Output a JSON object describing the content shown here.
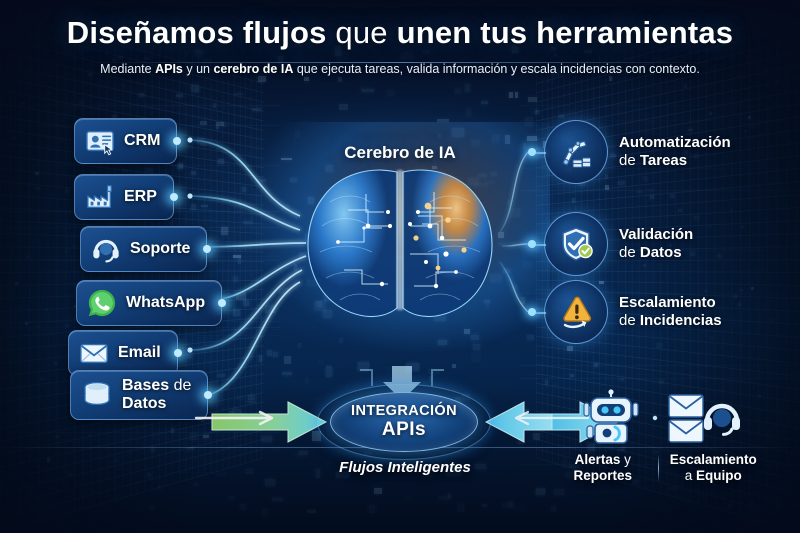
{
  "header": {
    "title_bold_1": "Diseñamos flujos",
    "title_normal": " que ",
    "title_bold_2": "unen tus herramientas",
    "subtitle_pre": "Mediante ",
    "subtitle_b1": "APIs",
    "subtitle_mid": " y un ",
    "subtitle_b2": "cerebro de IA",
    "subtitle_post": " que ejecuta tareas, valida información y escala incidencias con contexto."
  },
  "sources": {
    "items": [
      {
        "label": "CRM",
        "icon": "contact-card-icon"
      },
      {
        "label": "ERP",
        "icon": "factory-icon"
      },
      {
        "label": "Soporte",
        "icon": "headset-icon"
      },
      {
        "label": "WhatsApp",
        "icon": "whatsapp-icon"
      },
      {
        "label": "Email",
        "icon": "envelope-icon"
      },
      {
        "label_line1_bold": "Bases",
        "label_line1_normal": " de",
        "label_line2": "Datos",
        "icon": "database-icon"
      }
    ]
  },
  "center": {
    "brain_label": "Cerebro de IA",
    "brain_icon": "ai-brain-icon"
  },
  "features": {
    "items": [
      {
        "line1": "Automatización",
        "line2_normal": "de ",
        "line2_bold": "Tareas",
        "icon": "robot-arm-icon"
      },
      {
        "line1": "Validación",
        "line2_normal": "de ",
        "line2_bold": "Datos",
        "icon": "shield-check-icon"
      },
      {
        "line1": "Escalamiento",
        "line2_normal": "de ",
        "line2_bold": "Incidencias",
        "icon": "warning-escalation-icon"
      }
    ]
  },
  "hub": {
    "line1": "INTEGRACIÓN",
    "line2": "APIs",
    "caption": "Flujos Inteligentes",
    "inbound_arrow": "green-cyan-right-arrow",
    "outbound_arrow": "cyan-double-arrow"
  },
  "outputs": {
    "left_line1_bold": "Alertas",
    "left_line1_normal": " y",
    "left_line2": "Reportes",
    "right_line1": "Escalamiento",
    "right_line2_normal": "a ",
    "right_line2_bold": "Equipo",
    "icons": [
      "robot-icon",
      "mail-stack-icon",
      "headset-agent-icon"
    ]
  },
  "colors": {
    "background_deep": "#051229",
    "background_mid": "#072a55",
    "accent_cyan": "#7fd8ff",
    "accent_green": "#86d96a",
    "accent_orange": "#f0a82e",
    "pill_fill": "#123f78",
    "text_primary": "#ffffff"
  }
}
